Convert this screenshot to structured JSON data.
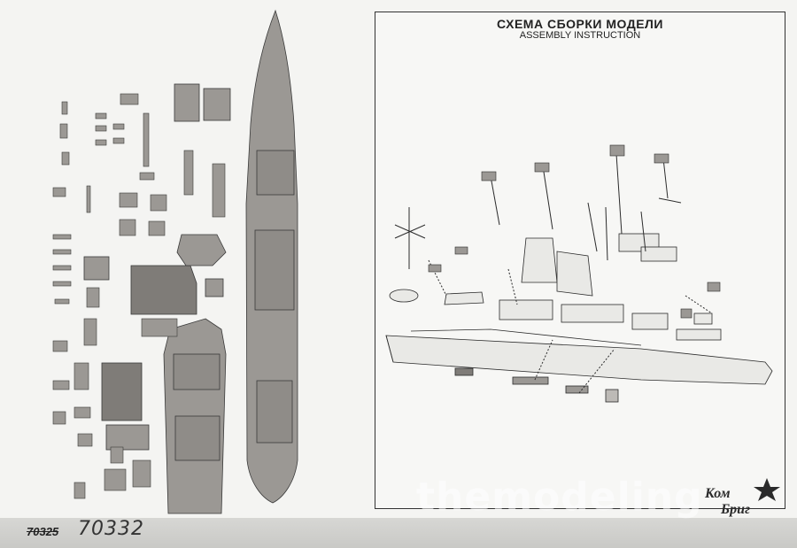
{
  "header": {
    "title_ru": "СХЕМА СБОРКИ МОДЕЛИ",
    "title_en": "ASSEMBLY INSTRUCTION"
  },
  "footer": {
    "code_old": "70325",
    "code_new": "70332"
  },
  "logo": {
    "text": "КомБриг"
  },
  "watermark": "themodeling",
  "colors": {
    "part_fill": "#9b9894",
    "part_dark": "#7f7c78",
    "line": "#2b2b2b",
    "bar": "#cfcfcc"
  }
}
